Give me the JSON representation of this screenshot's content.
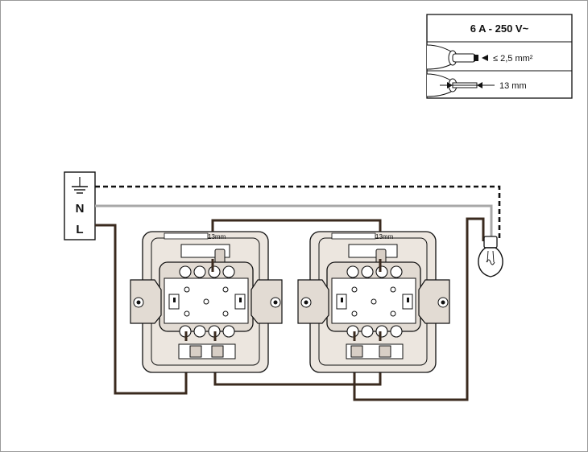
{
  "spec_box": {
    "rating": "6 A - 250 V~",
    "wire_section": "≤ 2,5 mm²",
    "strip_length": "13 mm"
  },
  "terminal_block": {
    "labels": [
      "N",
      "L"
    ]
  },
  "switch_left": {
    "strip_label": "13mm"
  },
  "switch_right": {
    "strip_label": "13mm"
  },
  "colors": {
    "line": "#111111",
    "neutral": "#a8a8a8",
    "phase": "#3a2a1e",
    "device_fill": "#e2dbd3",
    "device_dark": "#b8aa9c"
  },
  "icons": [
    "ground-icon",
    "lamp-icon",
    "wire-stripped-icon",
    "wire-measure-icon"
  ]
}
